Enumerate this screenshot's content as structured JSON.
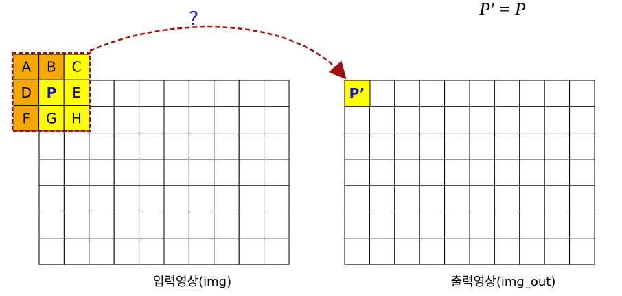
{
  "question_mark": "?",
  "equation": "P' = P",
  "input_caption": "입력영상(img)",
  "output_caption": "출력영상(img_out)",
  "kernel": {
    "labels": [
      [
        "A",
        "B",
        "C"
      ],
      [
        "D",
        "P",
        "E"
      ],
      [
        "F",
        "G",
        "H"
      ]
    ],
    "center_label": "P"
  },
  "output_pixel_label": "P’",
  "grid": {
    "rows": 7,
    "cols": 10
  },
  "colors": {
    "orange": "#f5a800",
    "yellow": "#ffff00",
    "dashed_red": "#a01010",
    "question_blue": "#1f1fe0"
  }
}
